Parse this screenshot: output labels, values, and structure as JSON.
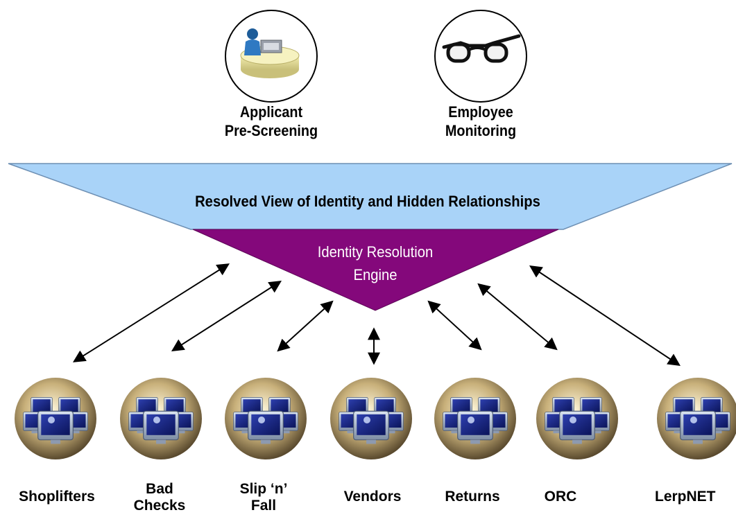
{
  "top_items": [
    {
      "line1": "Applicant",
      "line2": "Pre-Screening",
      "icon": "person-at-desk-icon"
    },
    {
      "line1": "Employee",
      "line2": "Monitoring",
      "icon": "eyeglasses-icon"
    }
  ],
  "funnel": {
    "label": "Resolved View of Identity and Hidden Relationships",
    "color": "#a9d3f8"
  },
  "engine": {
    "line1": "Identity Resolution",
    "line2": "Engine",
    "color": "#84087b"
  },
  "sources": [
    {
      "line1": "Shoplifters",
      "line2": ""
    },
    {
      "line1": "Bad",
      "line2": "Checks"
    },
    {
      "line1": "Slip ‘n’",
      "line2": "Fall"
    },
    {
      "line1": "Vendors",
      "line2": ""
    },
    {
      "line1": "Returns",
      "line2": ""
    },
    {
      "line1": "ORC",
      "line2": ""
    },
    {
      "line1": "LerpNET",
      "line2": ""
    }
  ],
  "source_icon": "computer-monitors-icon"
}
